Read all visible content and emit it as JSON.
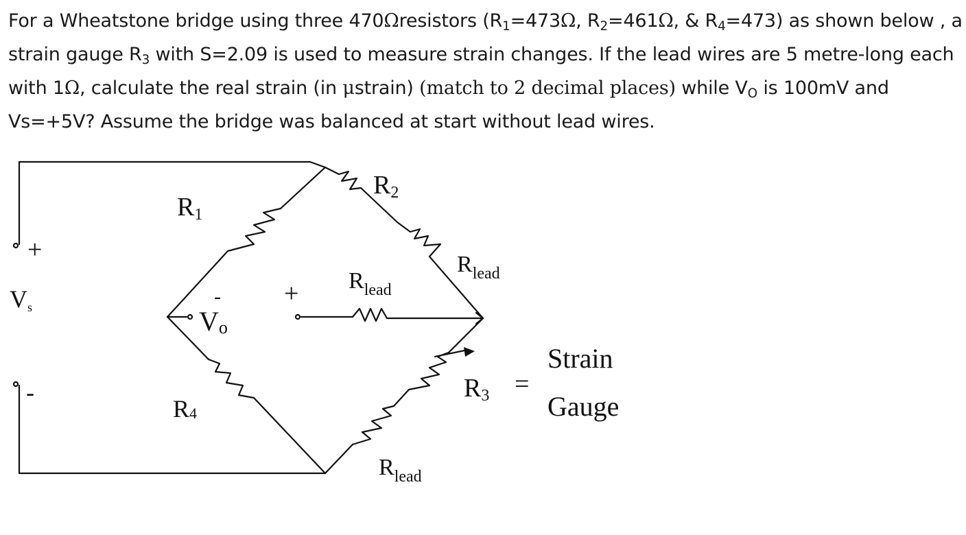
{
  "question": {
    "part1": "For a Wheatstone bridge using three 470",
    "ohm": "Ω",
    "part2": "resistors (R",
    "r1_sub": "1",
    "part3": "=473",
    "part4": ", R",
    "r2_sub": "2",
    "part5": "=461",
    "part6": ", & R",
    "r4_sub": "4",
    "part7": "=473)  as shown below , a strain gauge R",
    "r3_sub": "3",
    "part8": " with S=2.09  is used to measure strain changes. If the lead wires are 5 metre-long each with 1",
    "part9": ", calculate the real strain (in ",
    "mu": "μ",
    "part10": "strain) ",
    "part11": "(match to 2 decimal places)",
    "part12": " while V",
    "vo_sub": "O",
    "part13": " is 100mV and Vs=+5V? Assume the bridge was balanced at start without lead wires."
  },
  "diagram": {
    "r1": "R",
    "r1_sub": "1",
    "r2": "R",
    "r2_sub": "2",
    "r3": "R",
    "r3_sub": "3",
    "r4": "R",
    "r4_sub": "4",
    "rlead_top": "R",
    "rlead_top_sub": "lead",
    "rlead_mid": "R",
    "rlead_mid_sub": "lead",
    "rlead_bottom": "R",
    "rlead_bottom_sub": "lead",
    "vs": "V",
    "vs_sub": "s",
    "vo": "V",
    "vo_sub": "o",
    "plus_supply": "+",
    "minus_supply": "-",
    "vo_minus": "-",
    "vo_plus": "+",
    "equals": "=",
    "strain": "Strain",
    "gauge": "Gauge"
  }
}
